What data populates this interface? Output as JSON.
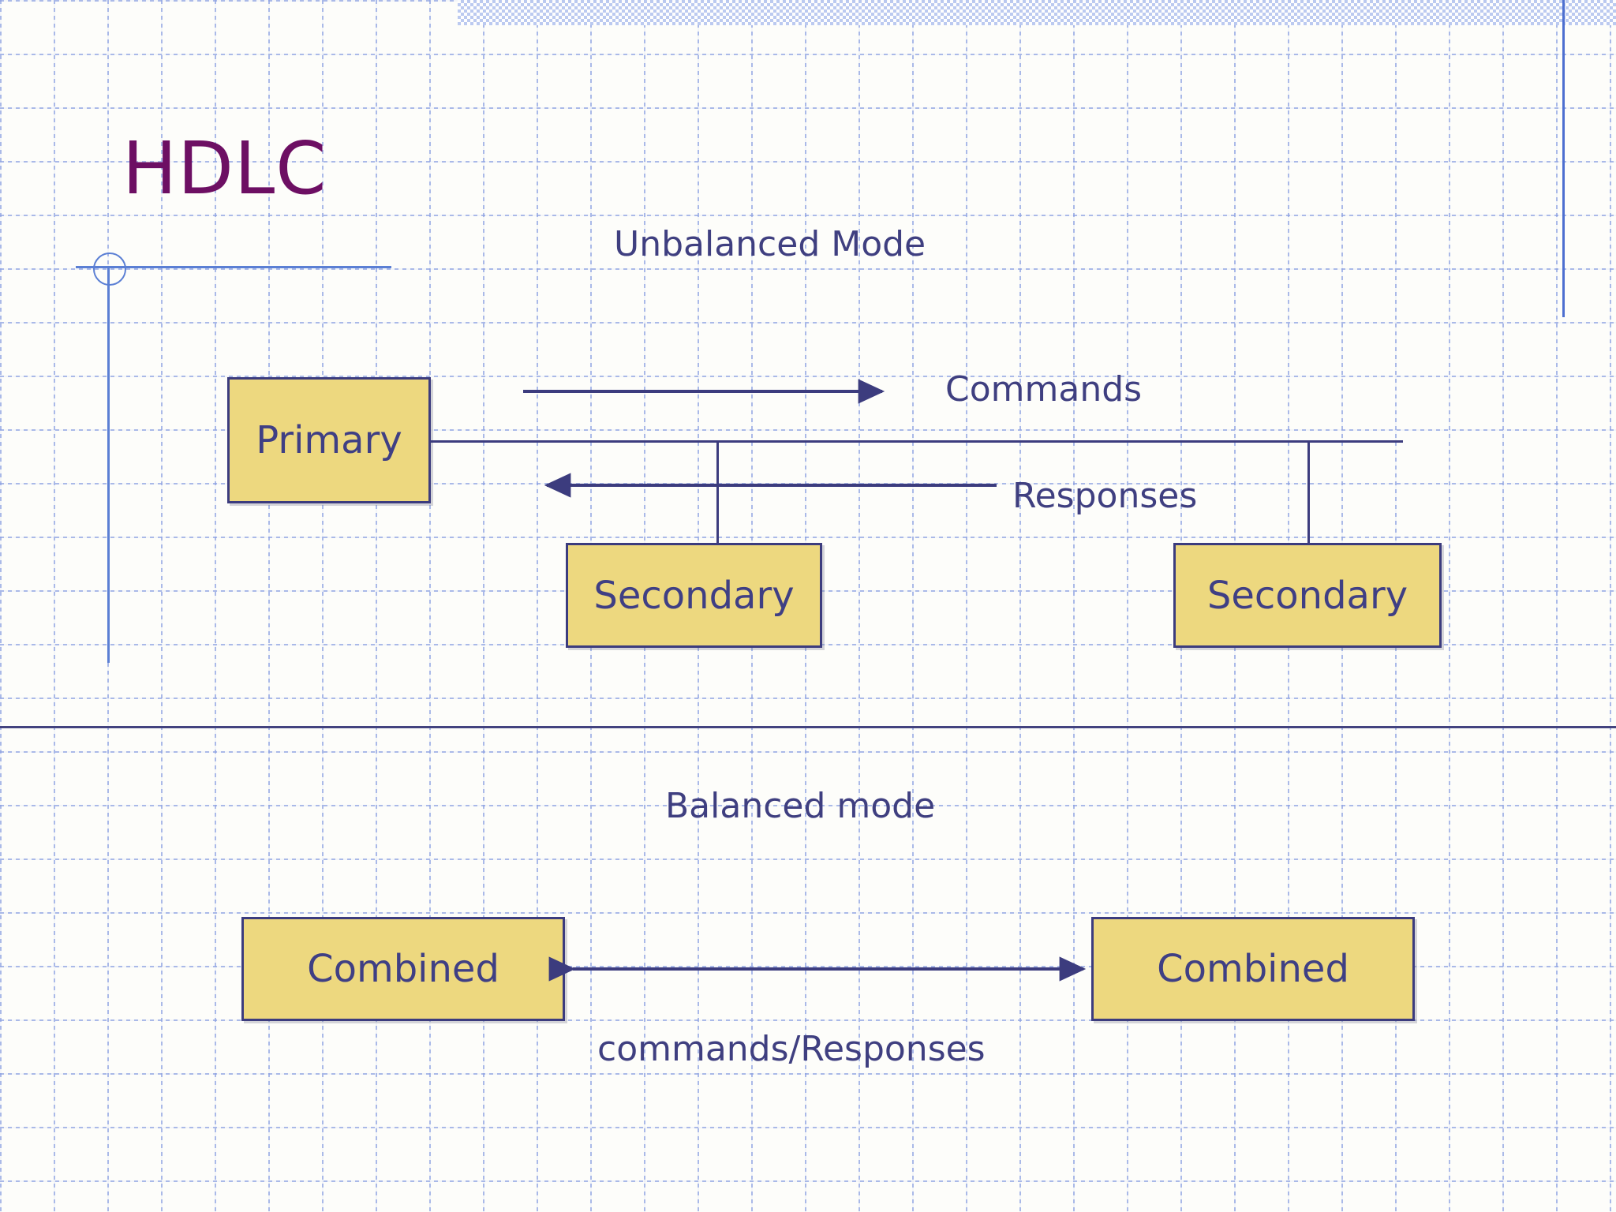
{
  "slide": {
    "title": "HDLC",
    "title_color": "#6D0F63",
    "accent_color": "#3C3C7E",
    "box_fill_color": "#EDD87F",
    "rule_color": "#5B7FD4"
  },
  "unbalanced": {
    "heading": "Unbalanced Mode",
    "primary_label": "Primary",
    "secondary_left_label": "Secondary",
    "secondary_right_label": "Secondary",
    "commands_label": "Commands",
    "responses_label": "Responses"
  },
  "balanced": {
    "heading": "Balanced mode",
    "combined_left_label": "Combined",
    "combined_right_label": "Combined",
    "traffic_label": "commands/Responses"
  }
}
